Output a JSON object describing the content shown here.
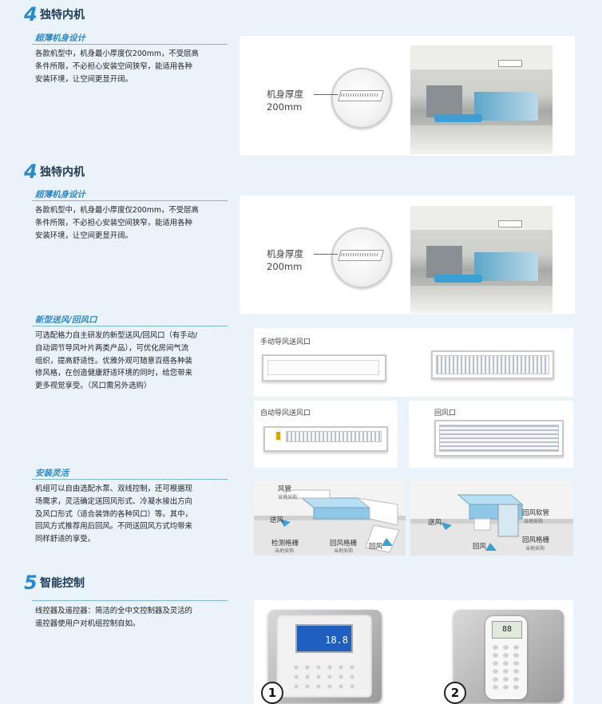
{
  "section_unique": {
    "number": "4",
    "title": "独特内机",
    "subtitle": "超薄机身设计",
    "body_lines": [
      "各款机型中，机身最小厚度仅200mm，不受层高",
      "条件所限，不必担心安装空间狭窄，能适用各种",
      "安装环境，让空间更显开阔。"
    ],
    "callout_label": "机身厚度",
    "callout_value": "200mm"
  },
  "section_vents": {
    "subtitle": "新型送风/回风口",
    "body_lines": [
      "可选配格力自主研发的新型送风/回风口（有手动/",
      "自动调节导风叶片两类产品），可优化房间气流",
      "组织，提高舒适性。优雅外观可随意百搭各种装",
      "修风格，在创造健康舒适环境的同时，给您带来",
      "更多视觉享受。（风口需另外选购）"
    ],
    "manual_vent": "手动导风送风口",
    "auto_vent": "自动导风送风口",
    "return_vent": "回风口"
  },
  "section_install": {
    "subtitle": "安装灵活",
    "body_lines": [
      "机组可以自由选配水泵、双线控制，还可根据现",
      "场需求，灵活确定送回风形式、冷凝水接出方向",
      "及风口形式（适合装饰的各种风口）等。其中，",
      "回风方式推荐用后回风。不同送回风方式均带来",
      "同样舒适的享受。"
    ],
    "diagram1": {
      "duct": "风管",
      "supply": "送风",
      "inspect": "检测格栅",
      "return_grille": "回风格栅",
      "return": "回风",
      "user_supplied": "当地采购"
    },
    "diagram2": {
      "supply": "送风",
      "return_hose": "回风软管",
      "return_grille": "回风格栅",
      "return": "回风",
      "user_supplied": "当地采购"
    }
  },
  "section_control": {
    "number": "5",
    "title": "智能控制",
    "body_lines": [
      "线控器及遥控器：简洁的全中文控制器及灵活的",
      "遥控器使用户对机组控制自如。"
    ],
    "badge1": "1",
    "badge2": "2",
    "lcd_text": "18.8",
    "remote_text": "88"
  },
  "colors": {
    "accent": "#2a8ad0",
    "background": "#eaf3fa"
  }
}
